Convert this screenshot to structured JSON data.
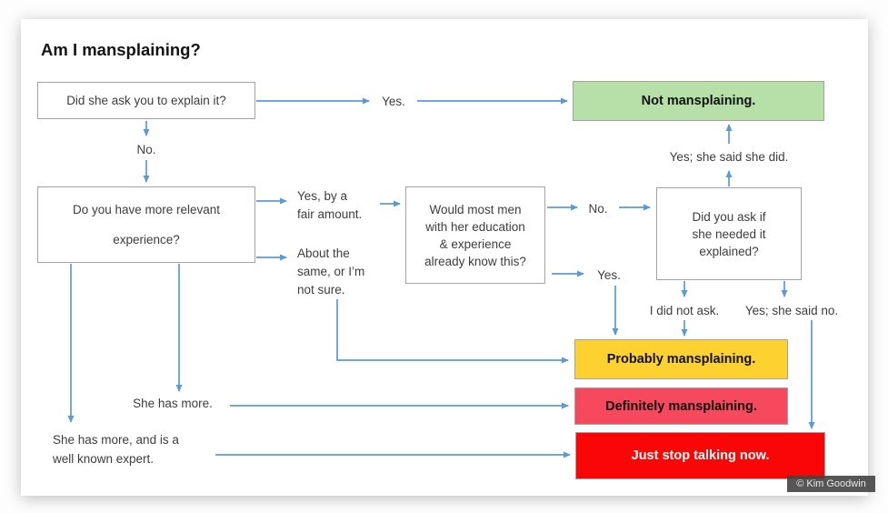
{
  "page": {
    "title": "Am I mansplaining?",
    "credit": "© Kim Goodwin"
  },
  "colors": {
    "arrow": "#5b9bd5",
    "green": "#b6e0a8",
    "yellow": "#fdd12f",
    "pink": "#f6495d",
    "red": "#f90606",
    "border": "#a3a3a3",
    "text": "#3d3d3d",
    "title": "#141414"
  },
  "nodes": {
    "q1": {
      "label": "Did she ask you to explain it?"
    },
    "q2": {
      "label": "Do you have more relevant\nexperience?"
    },
    "q3": {
      "label": "Would most men\nwith her education\n& experience\nalready know this?"
    },
    "q4": {
      "label": "Did you ask if\nshe needed it\nexplained?"
    }
  },
  "results": {
    "not": {
      "label": "Not mansplaining."
    },
    "probably": {
      "label": "Probably mansplaining."
    },
    "definitely": {
      "label": "Definitely mansplaining."
    },
    "stop": {
      "label": "Just stop talking now."
    }
  },
  "edge_labels": {
    "yes1": "Yes.",
    "no1": "No.",
    "yes_fair": "Yes, by a\nfair amount.",
    "about_same": "About the\nsame, or I’m\nnot sure.",
    "no2": "No.",
    "yes2": "Yes.",
    "yes_said_did": "Yes; she said she did.",
    "did_not_ask": "I did not ask.",
    "yes_said_no": "Yes; she said no.",
    "she_has_more": "She has more.",
    "she_has_more_expert": "She has more, and is a\nwell known expert."
  }
}
